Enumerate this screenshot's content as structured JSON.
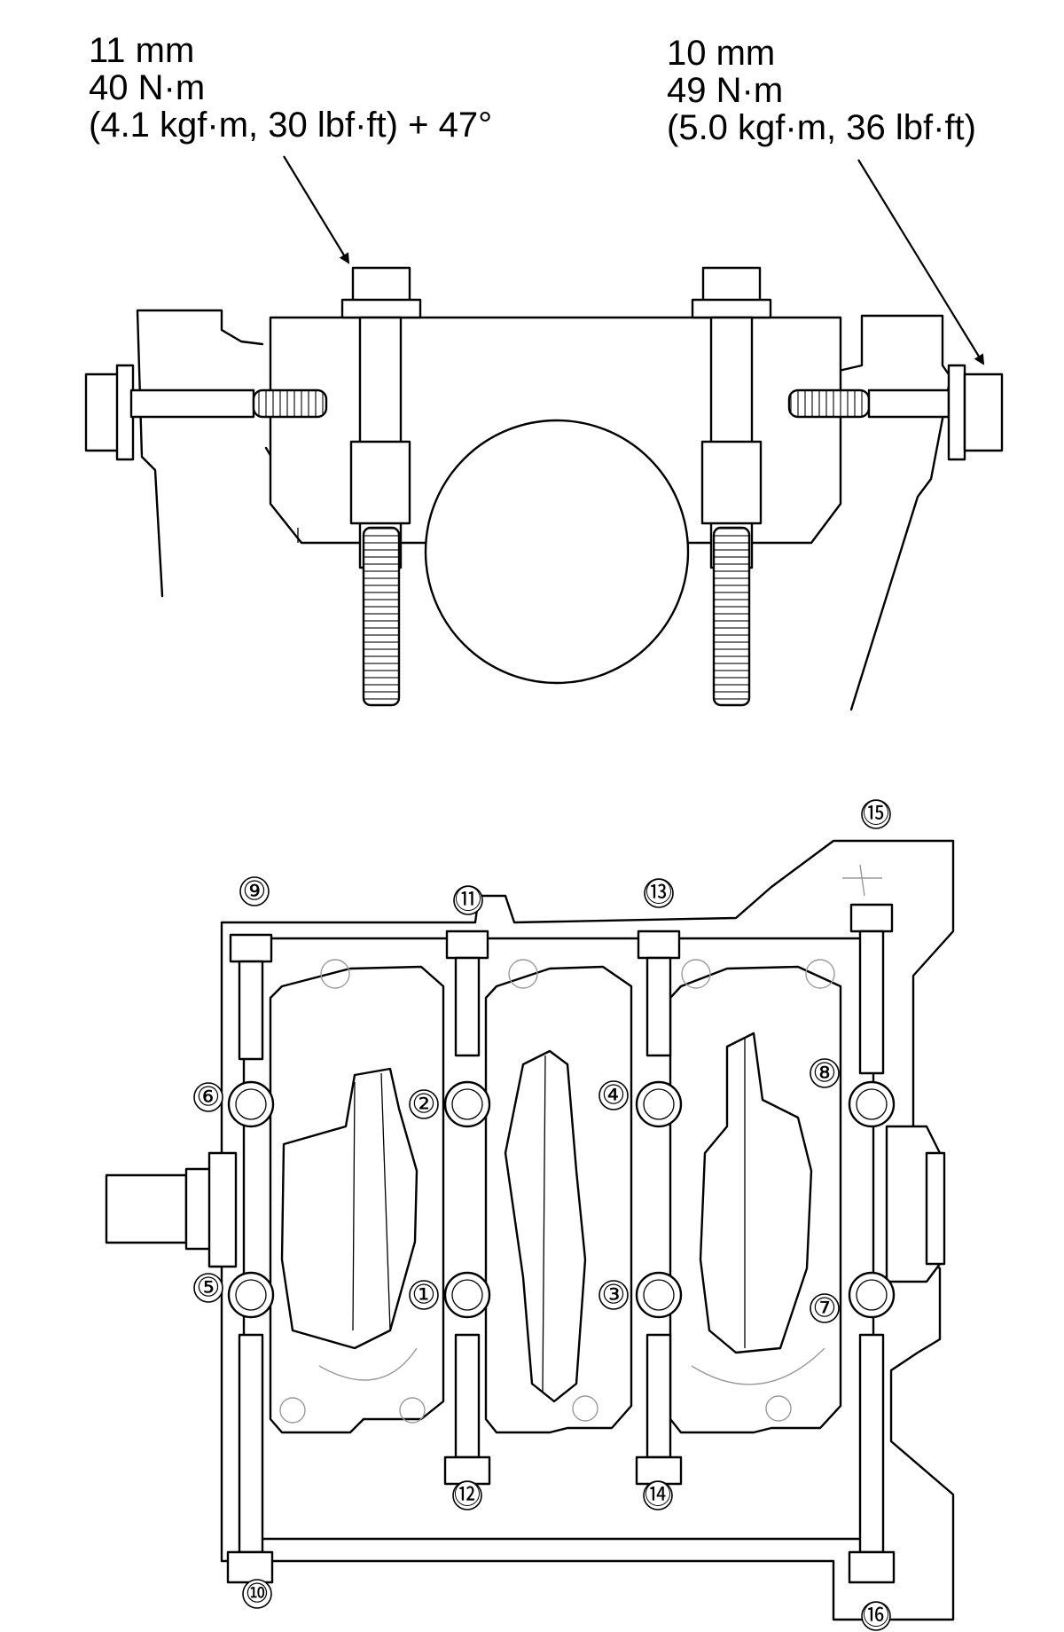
{
  "specs": {
    "left_bolt": {
      "size": "11 mm",
      "torque": "40 N·m",
      "conversion": "(4.1 kgf·m, 30 lbf·ft) + 47°"
    },
    "right_bolt": {
      "size": "10 mm",
      "torque": "49 N·m",
      "conversion": "(5.0 kgf·m, 36 lbf·ft)"
    }
  },
  "sequence": [
    "①",
    "②",
    "③",
    "④",
    "⑤",
    "⑥",
    "⑦",
    "⑧",
    "⑨",
    "⑩",
    "⑪",
    "⑫",
    "⑬",
    "⑭",
    "⑮",
    "⑯"
  ]
}
